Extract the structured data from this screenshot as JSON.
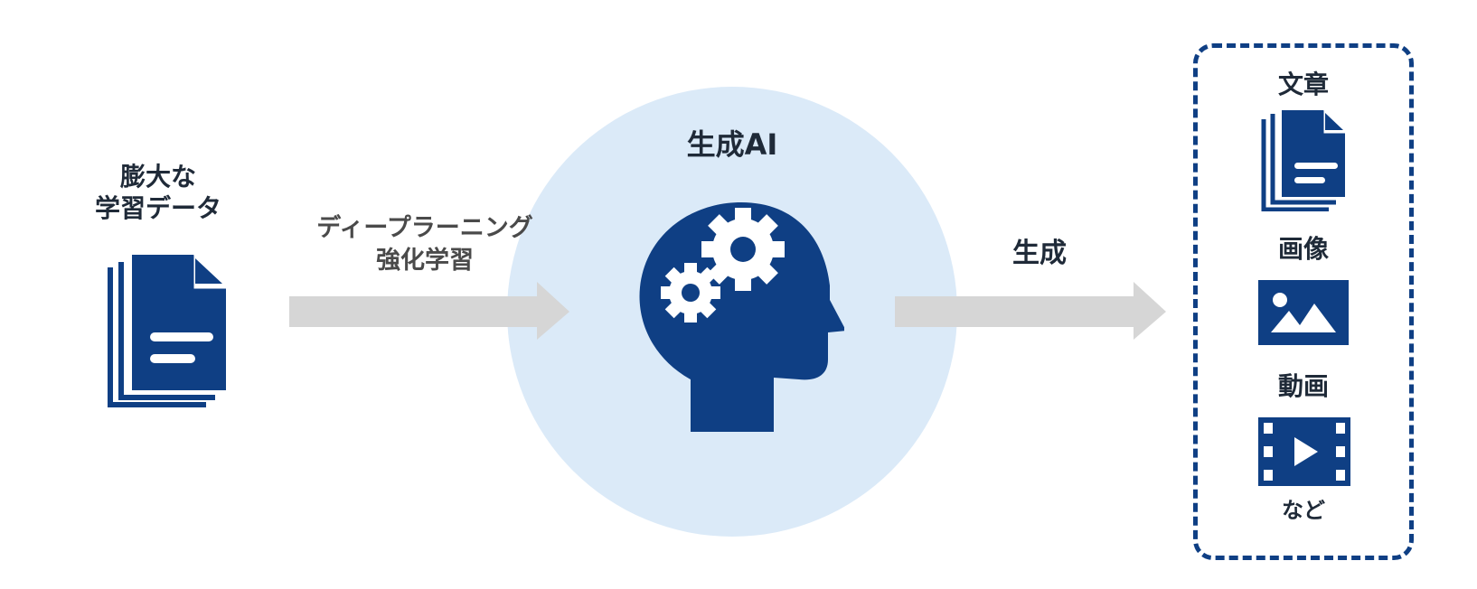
{
  "input": {
    "title": "膨大な\n学習データ",
    "icon": "document-stack-icon"
  },
  "process_arrow": {
    "line1": "ディープラーニング",
    "line2": "強化学習"
  },
  "center": {
    "title": "生成AI",
    "icon": "head-with-gears-icon"
  },
  "generate_arrow": {
    "label": "生成"
  },
  "outputs": [
    {
      "label": "文章",
      "icon": "document-icon"
    },
    {
      "label": "画像",
      "icon": "image-icon"
    },
    {
      "label": "動画",
      "icon": "video-icon"
    }
  ],
  "outputs_more": "など",
  "colors": {
    "navy": "#0f3f84",
    "circle": "#dbeaf8",
    "arrow": "#d6d6d6"
  }
}
